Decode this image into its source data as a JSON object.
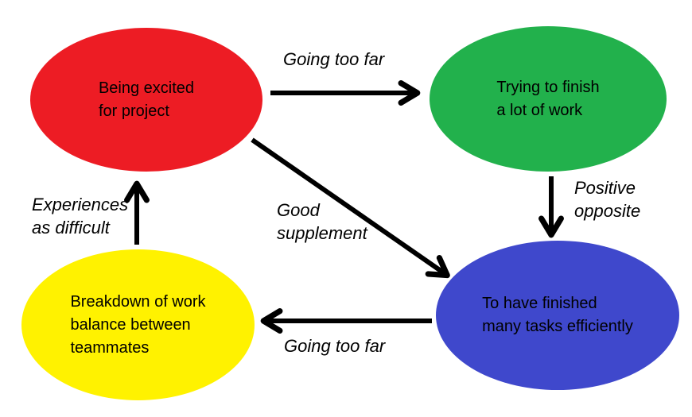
{
  "diagram": {
    "background": "#ffffff",
    "arrow_color": "#000000",
    "nodes": [
      {
        "id": "being-excited",
        "lines": [
          "Being excited",
          "for project"
        ],
        "fill": "#ED1C24",
        "text_color": "#000000"
      },
      {
        "id": "trying-to-finish",
        "lines": [
          "Trying to finish",
          "a lot of work"
        ],
        "fill": "#22B14C",
        "text_color": "#000000"
      },
      {
        "id": "finished-many-tasks",
        "lines": [
          "To have finished",
          "many tasks efficiently"
        ],
        "fill": "#3F48CC",
        "text_color": "#000000"
      },
      {
        "id": "breakdown-of-work",
        "lines": [
          "Breakdown of work",
          "balance between",
          "teammates"
        ],
        "fill": "#FFF200",
        "text_color": "#000000"
      }
    ],
    "edges": [
      {
        "from": "being-excited",
        "to": "trying-to-finish",
        "label_lines": [
          "Going too far"
        ]
      },
      {
        "from": "trying-to-finish",
        "to": "finished-many-tasks",
        "label_lines": [
          "Positive",
          "opposite"
        ]
      },
      {
        "from": "finished-many-tasks",
        "to": "breakdown-of-work",
        "label_lines": [
          "Going too far"
        ]
      },
      {
        "from": "breakdown-of-work",
        "to": "being-excited",
        "label_lines": [
          "Experiences",
          "as difficult"
        ]
      },
      {
        "from": "being-excited",
        "to": "finished-many-tasks",
        "label_lines": [
          "Good",
          "supplement"
        ]
      }
    ]
  }
}
